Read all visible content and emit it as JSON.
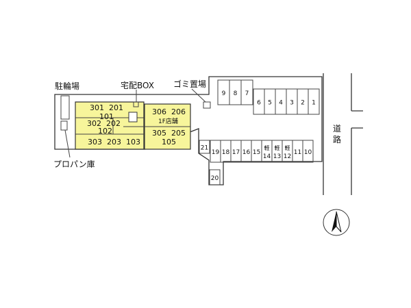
{
  "labels": {
    "bicycle_parking": "駐輪場",
    "delivery_box": "宅配BOX",
    "garbage": "ゴミ置場",
    "propane": "プロパン庫",
    "road_1": "道",
    "road_2": "路"
  },
  "units": {
    "row1": "301  201",
    "row1b": "101",
    "row2": "302  202",
    "row2b": "102",
    "row3": "303  203  103",
    "east1": "306  206",
    "east1b": "1F店舗",
    "east2": "305  205",
    "east2b": "105"
  },
  "parking": {
    "top_row_a": [
      "9",
      "8",
      "7"
    ],
    "top_row_b": [
      "6",
      "5",
      "4",
      "3",
      "2",
      "1"
    ],
    "bottom_row": [
      "21",
      "19",
      "18",
      "17",
      "16",
      "15",
      "14",
      "13",
      "12",
      "11",
      "10"
    ],
    "extra": "20",
    "kei_label": "軽"
  },
  "colors": {
    "building": "#f7f59b",
    "line": "#333333"
  },
  "icons": {
    "north": "north-arrow-icon"
  }
}
